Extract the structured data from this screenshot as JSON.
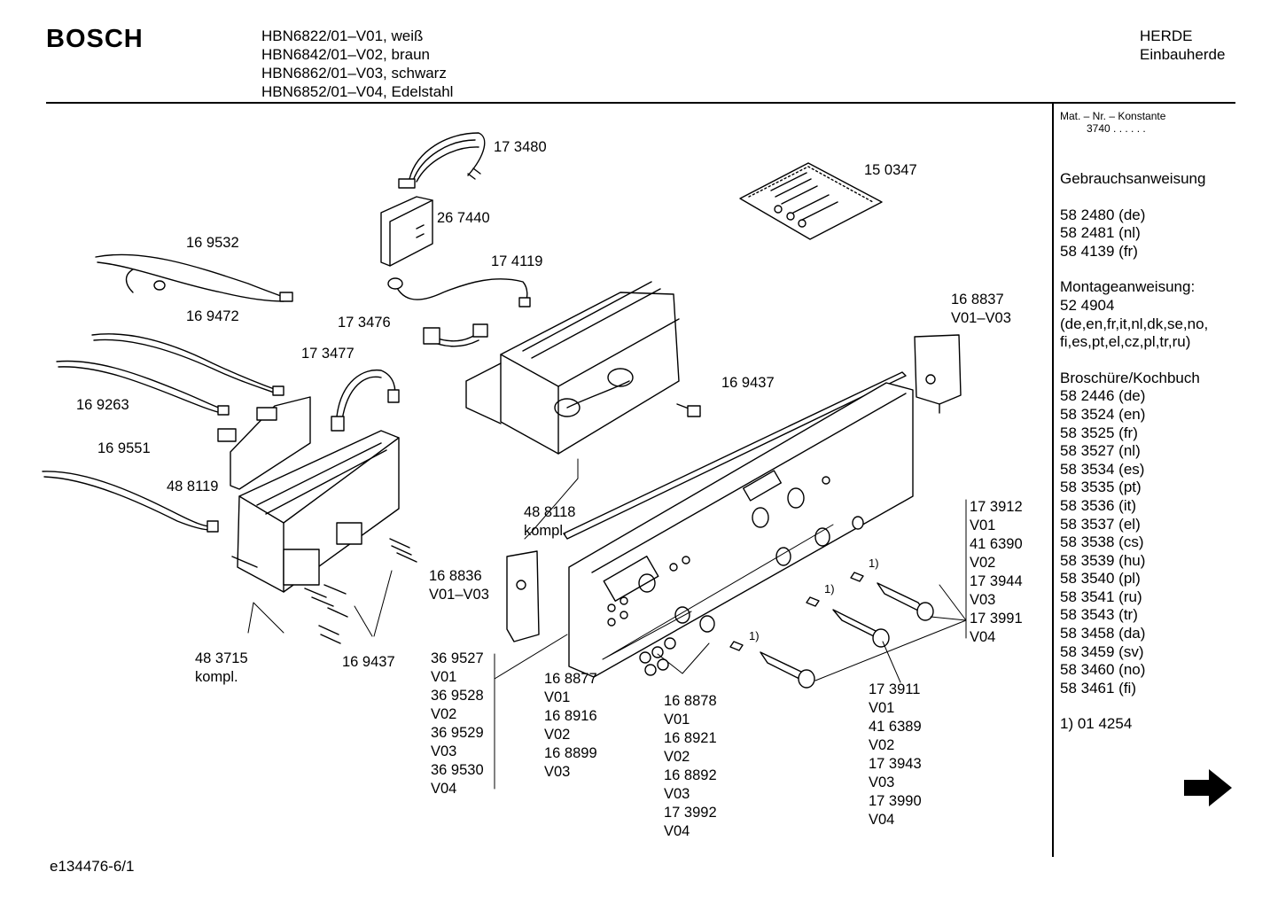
{
  "header": {
    "brand": "BOSCH",
    "models": [
      "HBN6822/01–V01, weiß",
      "HBN6842/01–V02, braun",
      "HBN6862/01–V03, schwarz",
      "HBN6852/01–V04, Edelstahl"
    ],
    "category_line1": "HERDE",
    "category_line2": "Einbauherde"
  },
  "sidebar": {
    "mat_label": "Mat. – Nr. – Konstante",
    "mat_value": "3740  .  .   .  .  .  .",
    "sections": [
      {
        "title": "Gebrauchsanweisung",
        "items": [
          "58 2480 (de)",
          "58 2481 (nl)",
          "58 4139 (fr)"
        ]
      },
      {
        "title": "Montageanweisung:",
        "items": [
          "52 4904",
          "(de,en,fr,it,nl,dk,se,no,",
          "fi,es,pt,el,cz,pl,tr,ru)"
        ]
      },
      {
        "title": "Broschüre/Kochbuch",
        "items": [
          "58 2446 (de)",
          "58 3524 (en)",
          "58 3525 (fr)",
          "58 3527 (nl)",
          "58 3534 (es)",
          "58 3535 (pt)",
          "58 3536 (it)",
          "58 3537 (el)",
          "58 3538 (cs)",
          "58 3539 (hu)",
          "58 3540 (pl)",
          "58 3541 (ru)",
          "58 3543 (tr)",
          "58 3458 (da)",
          "58 3459 (sv)",
          "58 3460 (no)",
          "58 3461 (fi)"
        ]
      },
      {
        "title": "1)  01 4254",
        "items": []
      }
    ]
  },
  "parts": {
    "p173480": "17 3480",
    "p150347": "15 0347",
    "p267440": "26 7440",
    "p169532": "16 9532",
    "p174119": "17 4119",
    "p168837": [
      "16 8837",
      "V01–V03"
    ],
    "p169472": "16 9472",
    "p173476": "17 3476",
    "p173477": "17 3477",
    "p169437a": "16 9437",
    "p169263": "16 9263",
    "p169551": "16 9551",
    "p488119": "48 8119",
    "p488118": [
      "48 8118",
      "kompl."
    ],
    "p168836": [
      "16 8836",
      "V01–V03"
    ],
    "p483715": [
      "48 3715",
      "kompl."
    ],
    "p169437b": "16 9437",
    "knob_right": [
      "17 3912",
      "V01",
      "41 6390",
      "V02",
      "17 3944",
      "V03",
      "17 3991",
      "V04"
    ],
    "panel": [
      "36 9527",
      "V01",
      "36 9528",
      "V02",
      "36 9529",
      "V03",
      "36 9530",
      "V04"
    ],
    "small_knob": [
      "16 8877",
      "V01",
      "16 8916",
      "V02",
      "16 8899",
      "V03"
    ],
    "buttons": [
      "16 8878",
      "V01",
      "16 8921",
      "V02",
      "16 8892",
      "V03",
      "17 3992",
      "V04"
    ],
    "knob_mid": [
      "17 3911",
      "V01",
      "41 6389",
      "V02",
      "17 3943",
      "V03",
      "17 3990",
      "V04"
    ],
    "footnote_mark": "1)"
  },
  "footer": {
    "code": "e134476-6/1"
  }
}
